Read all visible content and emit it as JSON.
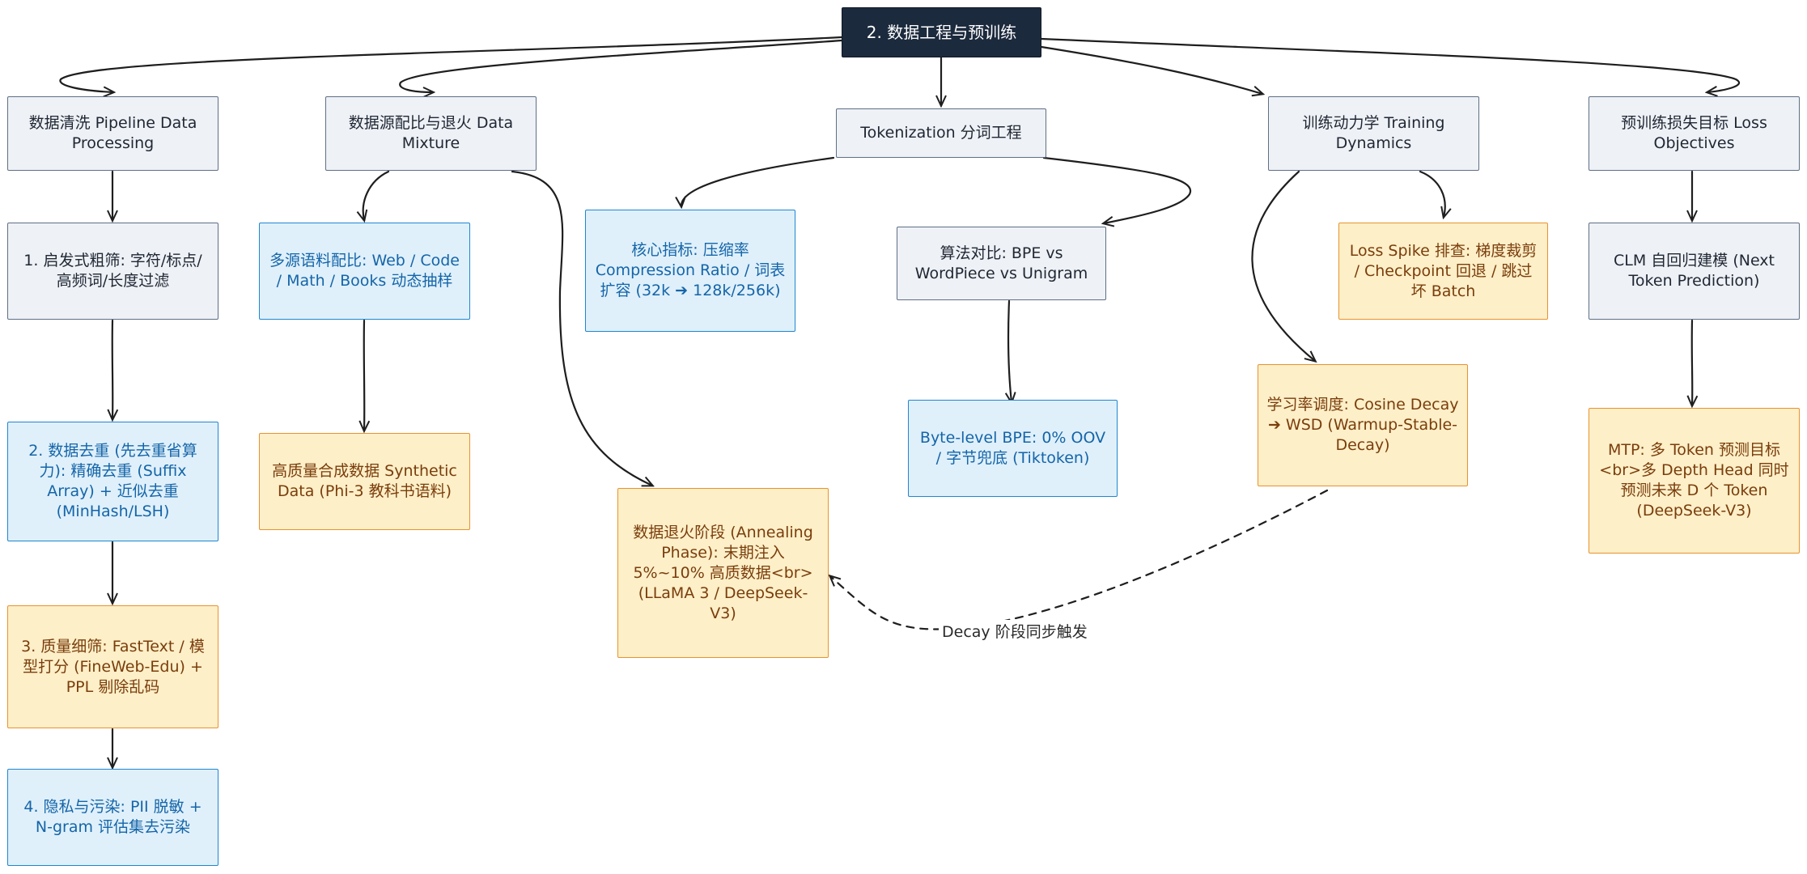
{
  "root": "2. 数据工程与预训练",
  "branches": {
    "cleaning": "数据清洗 Pipeline Data Processing",
    "mixture": "数据源配比与退火 Data Mixture",
    "tokenization": "Tokenization 分词工程",
    "dynamics": "训练动力学 Training Dynamics",
    "objectives": "预训练损失目标 Loss Objectives"
  },
  "nodes": {
    "heuristic": "1. 启发式粗筛: 字符/标点/高频词/长度过滤",
    "dedup": "2. 数据去重 (先去重省算力): 精确去重 (Suffix Array) + 近似去重 (MinHash/LSH)",
    "quality": "3. 质量细筛: FastText / 模型打分 (FineWeb-Edu) + PPL 剔除乱码",
    "privacy": "4. 隐私与污染: PII 脱敏 + N-gram 评估集去污染",
    "multisource": "多源语料配比: Web / Code / Math / Books 动态抽样",
    "synthetic": "高质量合成数据 Synthetic Data (Phi-3 教科书语料)",
    "annealing": "数据退火阶段 (Annealing Phase): 末期注入 5%~10% 高质数据<br> (LLaMA 3 / DeepSeek-V3)",
    "compression": "核心指标: 压缩率 Compression Ratio / 词表扩容 (32k ➔ 128k/256k)",
    "algo": "算法对比: BPE vs WordPiece vs Unigram",
    "bytebpe": "Byte-level BPE: 0% OOV / 字节兜底 (Tiktoken)",
    "lossspike": "Loss Spike 排查: 梯度裁剪 / Checkpoint 回退 / 跳过坏 Batch",
    "lrsched": "学习率调度: Cosine Decay ➔ WSD (Warmup-Stable-Decay)",
    "clm": "CLM 自回归建模 (Next Token Prediction)",
    "mtp": "MTP: 多 Token 预测目标 <br>多 Depth Head 同时预测未来 D 个 Token (DeepSeek-V3)"
  },
  "edge_label": "Decay 阶段同步触发",
  "colors": {
    "gray_fill": "#eef1f6",
    "blue_fill": "#dff0fb",
    "orange_fill": "#fdefc8",
    "root_fill": "#1c2a3d",
    "edge": "#1e1e1e"
  }
}
